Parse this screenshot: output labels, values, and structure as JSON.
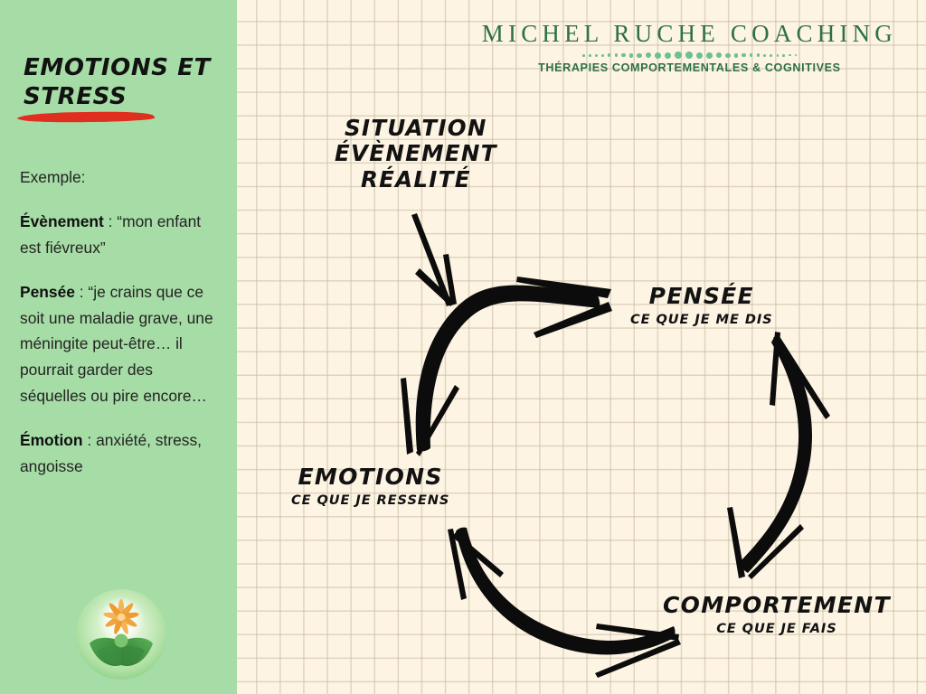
{
  "slide": {
    "background_color": "#FDF4E0",
    "grid_line_color": "#C4BAA2"
  },
  "sidebar": {
    "background_color": "#A6DCA6",
    "title": "EMOTIONS ET STRESS",
    "underline_color": "#E02F1E",
    "intro": "Exemple:",
    "entries": [
      {
        "label": "Évènement",
        "separator": " : ",
        "text": "“mon enfant est fiévreux”"
      },
      {
        "label": "Pensée",
        "separator": " : ",
        "text": "“je crains que ce soit une maladie grave, une méningite peut-être… il pourrait garder des séquelles ou pire encore…"
      },
      {
        "label": "Émotion",
        "separator": " : ",
        "text": "anxiété, stress, angoisse"
      }
    ],
    "logo_icon": "flower-leaves-logo"
  },
  "brand": {
    "name": "MICHEL RUCHE COACHING",
    "tagline": "THÉRAPIES COMPORTEMENTALES & COGNITIVES",
    "color": "#2E7048",
    "accent_color": "#6FBE94",
    "divider_icon": "dotted-divider"
  },
  "diagram": {
    "title_node": {
      "lines": [
        "SITUATION",
        "ÉVÈNEMENT",
        "RÉALITÉ"
      ]
    },
    "nodes": [
      {
        "id": "pensee",
        "main": "PENSÉE",
        "sub": "CE QUE JE ME DIS"
      },
      {
        "id": "comportement",
        "main": "COMPORTEMENT",
        "sub": "CE QUE JE FAIS"
      },
      {
        "id": "emotions",
        "main": "EMOTIONS",
        "sub": "CE QUE JE RESSENS"
      }
    ],
    "arrows": [
      {
        "id": "situation-to-cycle",
        "style": "thin-straight",
        "direction": "one-way"
      },
      {
        "id": "emotions-pensee",
        "style": "thick-curved",
        "direction": "two-way"
      },
      {
        "id": "pensee-comportement",
        "style": "thick-curved",
        "direction": "two-way"
      },
      {
        "id": "comportement-emotions",
        "style": "thick-curved",
        "direction": "two-way"
      }
    ],
    "ink_color": "#0C0C0C"
  }
}
